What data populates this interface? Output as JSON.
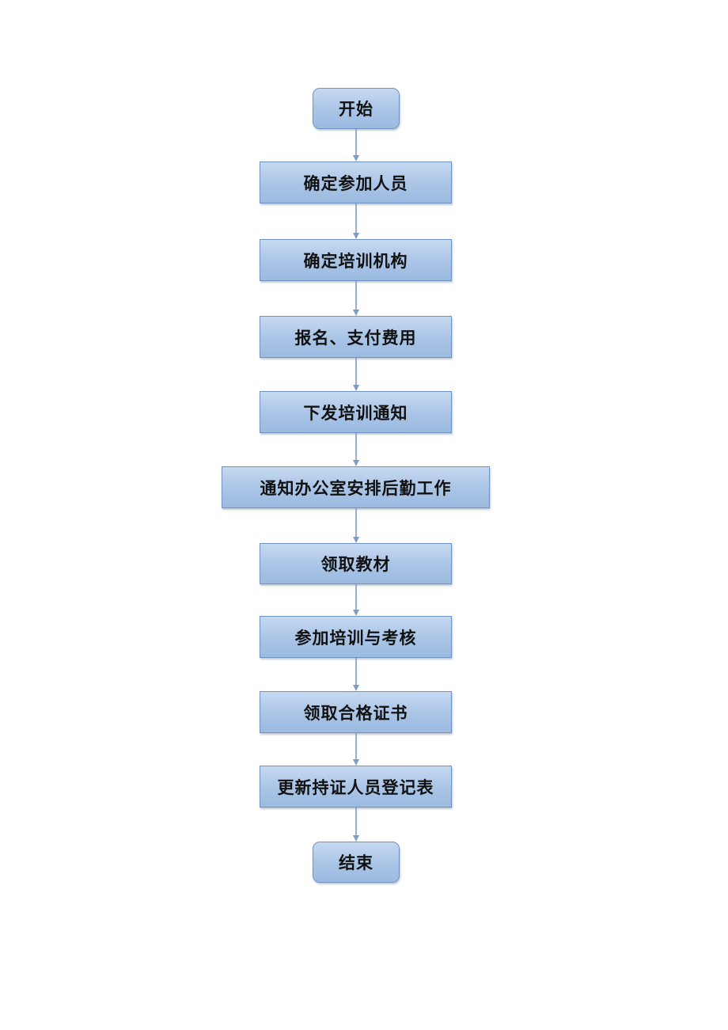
{
  "flowchart": {
    "nodes": [
      {
        "id": "start",
        "label": "开始",
        "kind": "terminal"
      },
      {
        "id": "confirm-participants",
        "label": "确定参加人员",
        "kind": "process"
      },
      {
        "id": "confirm-institution",
        "label": "确定培训机构",
        "kind": "process"
      },
      {
        "id": "register-pay",
        "label": "报名、支付费用",
        "kind": "process"
      },
      {
        "id": "issue-notice",
        "label": "下发培训通知",
        "kind": "process"
      },
      {
        "id": "notify-office",
        "label": "通知办公室安排后勤工作",
        "kind": "process"
      },
      {
        "id": "get-materials",
        "label": "领取教材",
        "kind": "process"
      },
      {
        "id": "attend-training",
        "label": "参加培训与考核",
        "kind": "process"
      },
      {
        "id": "get-certificate",
        "label": "领取合格证书",
        "kind": "process"
      },
      {
        "id": "update-register",
        "label": "更新持证人员登记表",
        "kind": "process"
      },
      {
        "id": "end",
        "label": "结束",
        "kind": "terminal"
      }
    ],
    "edges": [
      {
        "from": "start",
        "to": "confirm-participants"
      },
      {
        "from": "confirm-participants",
        "to": "confirm-institution"
      },
      {
        "from": "confirm-institution",
        "to": "register-pay"
      },
      {
        "from": "register-pay",
        "to": "issue-notice"
      },
      {
        "from": "issue-notice",
        "to": "notify-office"
      },
      {
        "from": "notify-office",
        "to": "get-materials"
      },
      {
        "from": "get-materials",
        "to": "attend-training"
      },
      {
        "from": "attend-training",
        "to": "get-certificate"
      },
      {
        "from": "get-certificate",
        "to": "update-register"
      },
      {
        "from": "update-register",
        "to": "end"
      }
    ],
    "colors": {
      "fill_top": "#c6d9f1",
      "fill_bottom": "#9bbbe0",
      "border": "#6f93c0",
      "arrow": "#7f9cc2",
      "text": "#111111"
    }
  }
}
